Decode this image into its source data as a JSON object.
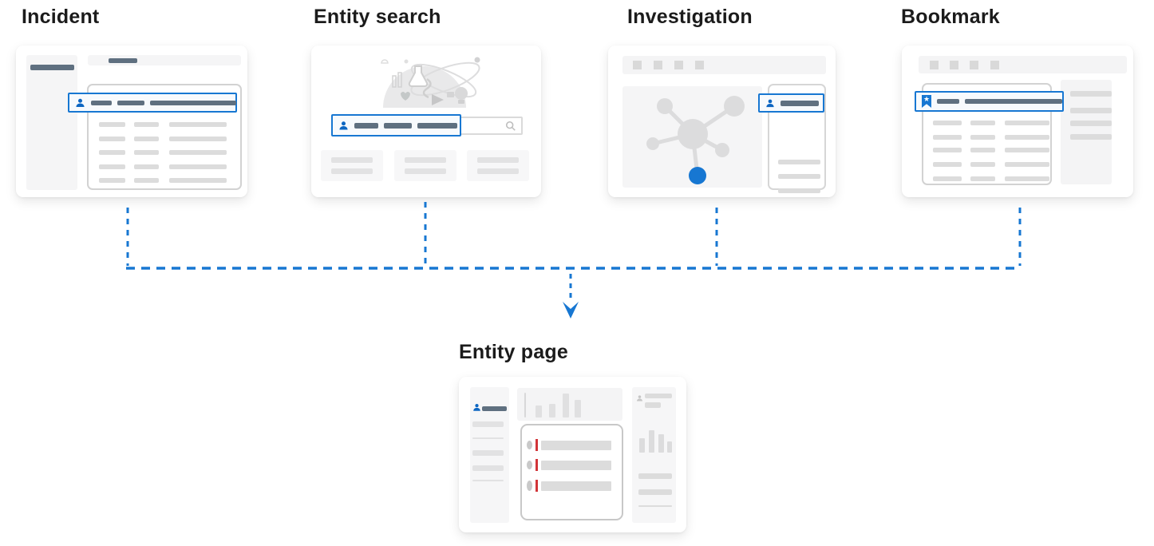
{
  "flow": {
    "sources": [
      "Incident",
      "Entity search",
      "Investigation",
      "Bookmark"
    ],
    "target": "Entity page"
  },
  "cards": [
    {
      "id": "incident",
      "label": "Incident"
    },
    {
      "id": "entity-search",
      "label": "Entity search"
    },
    {
      "id": "investigation",
      "label": "Investigation"
    },
    {
      "id": "bookmark",
      "label": "Bookmark"
    }
  ],
  "target_card": {
    "id": "entity-page",
    "label": "Entity page"
  },
  "icons": {
    "highlight_entity": "person-icon",
    "bookmark_row": "bookmark-icon",
    "search_box": "search-icon"
  },
  "colors": {
    "accent_blue": "#1777d2",
    "icon_blue": "#0d66c2",
    "slate_bar": "#5f7080",
    "gray_bar": "#dcdcdc",
    "panel_gray": "#f5f5f6",
    "alert_red": "#d13438",
    "title_text": "#1b1b1b",
    "card_background": "#ffffff"
  }
}
